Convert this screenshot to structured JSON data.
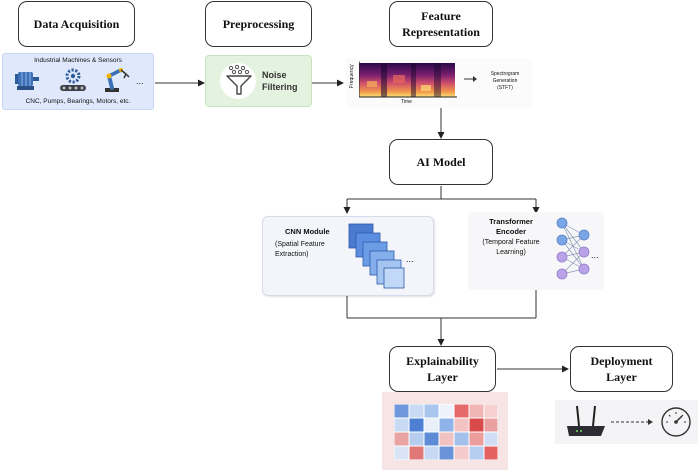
{
  "stages": {
    "data_acquisition": "Data Acquisition",
    "preprocessing": "Preprocessing",
    "feature_representation": "Feature\nRepresentation",
    "ai_model": "AI Model",
    "explainability": "Explainability\nLayer",
    "deployment": "Deployment\nLayer"
  },
  "acquisition_panel": {
    "title": "Industrial Machines & Sensors",
    "ellipsis": "...",
    "caption": "CNC, Pumps, Bearings, Motors, etc.",
    "icons": [
      "motor-icon",
      "gear-conveyor-icon",
      "robot-arm-icon"
    ]
  },
  "preprocessing_panel": {
    "label": "Noise\nFiltering",
    "icon": "funnel-icon"
  },
  "feature_panel": {
    "y_axis": "Frequency",
    "x_axis": "Time",
    "caption": "Spectrogram\nGeneration\n(STFT)"
  },
  "cnn_panel": {
    "title": "CNN Module",
    "subtitle": "(Spatial Feature\nExtraction)",
    "ellipsis": "..."
  },
  "transformer_panel": {
    "title": "Transformer\nEncoder",
    "subtitle": "(Temporal Feature\nLearning)",
    "ellipsis": "..."
  },
  "deployment_panel": {
    "icons": [
      "router-icon",
      "gauge-icon"
    ]
  },
  "colors": {
    "acquisition_bg": "#dfe9fb",
    "preprocessing_bg": "#e4f3df",
    "heatmap_bg": "#f7e4e4",
    "cnn_blue": "#5b8ee0",
    "node_blue": "#7aa6e6",
    "node_purple": "#b9a2e6"
  }
}
